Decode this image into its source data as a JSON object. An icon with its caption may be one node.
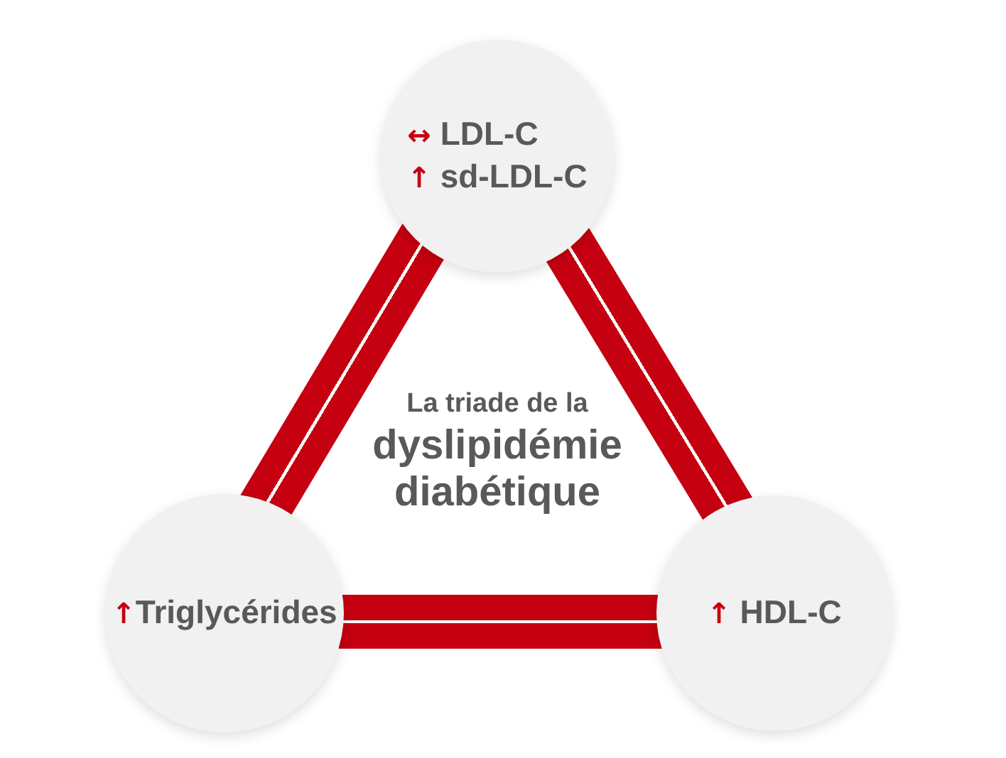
{
  "diagram": {
    "nodes": [
      {
        "text": [
          "↔ LDL-C",
          "↑ sd-LDL-C"
        ]
      },
      {
        "text": [
          "↑Triglycérides"
        ]
      },
      {
        "text": [
          "↑ HDL-C"
        ]
      }
    ],
    "edges": [
      {
        "from": 0,
        "to": 1,
        "arrow": "none",
        "style": "thick"
      },
      {
        "from": 0,
        "to": 2,
        "arrow": "none",
        "style": "thick"
      },
      {
        "from": 1,
        "to": 2,
        "arrow": "none",
        "style": "thick"
      }
    ],
    "labels": [
      "La triade de la",
      "dyslipidémie diabétique"
    ]
  }
}
